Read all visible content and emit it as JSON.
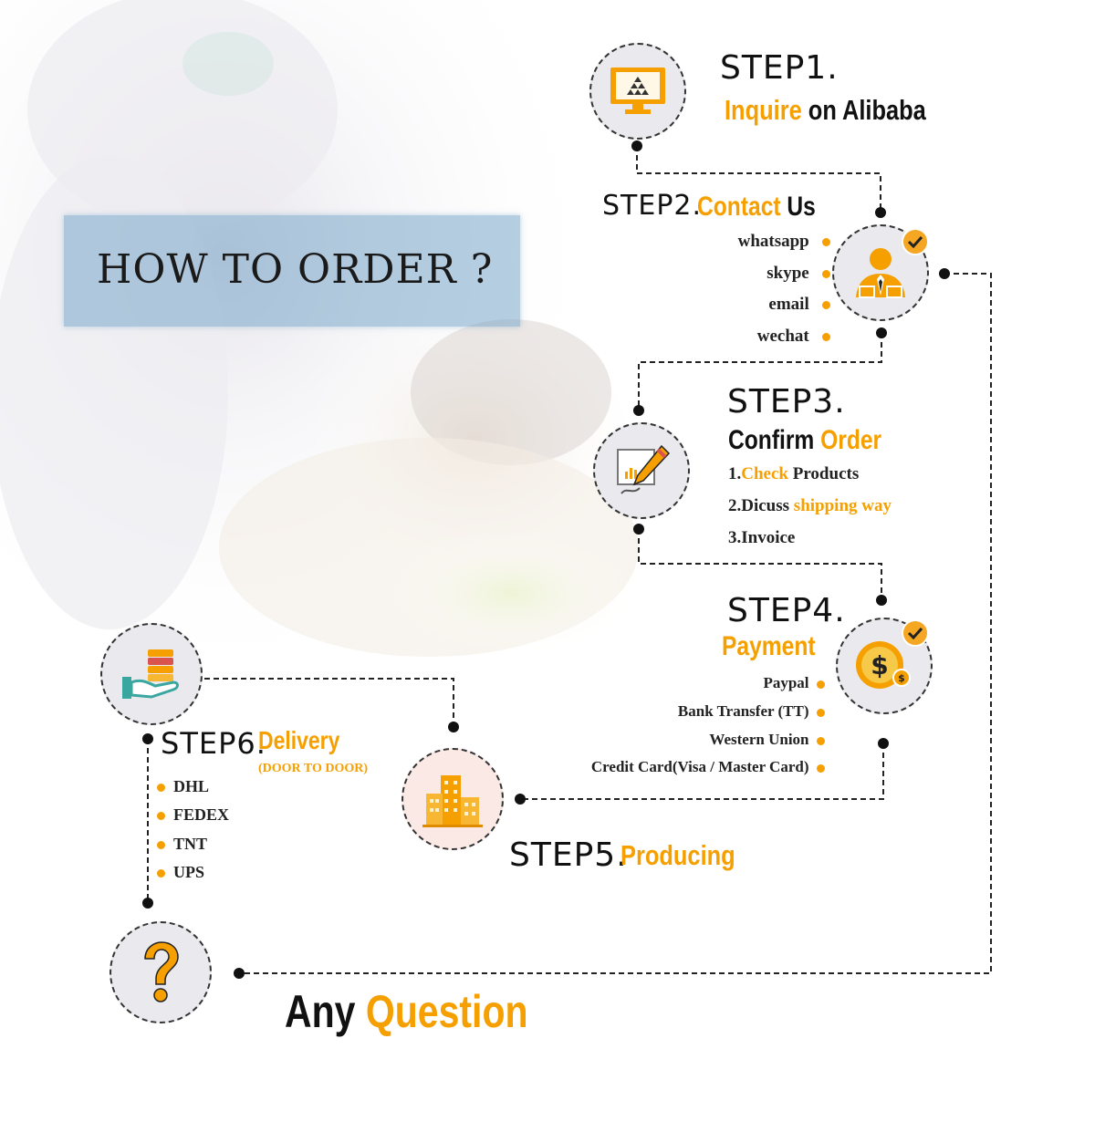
{
  "title": "HOW TO ORDER ?",
  "colors": {
    "accent": "#f5a000",
    "text": "#111111",
    "banner": "#78a5c8"
  },
  "step1": {
    "step": "STEP1.",
    "part1": "Inquire",
    "part2": " on Alibaba",
    "icon": "monitor-icon"
  },
  "step2": {
    "step": "STEP2.",
    "part1": "Contact",
    "part2": " Us",
    "icon": "customer-service-icon",
    "contacts": [
      "whatsapp",
      "skype",
      "email",
      "wechat"
    ]
  },
  "step3": {
    "step": "STEP3.",
    "part1": "Confirm",
    "part2": " Order",
    "icon": "edit-document-icon",
    "items": [
      {
        "a": "1.",
        "b": "Check",
        "c": " Products"
      },
      {
        "a": "2.Dicuss ",
        "b": "shipping way",
        "c": ""
      },
      {
        "a": "3.Invoice",
        "b": "",
        "c": ""
      }
    ]
  },
  "step4": {
    "step": "STEP4.",
    "label": "Payment",
    "icon": "dollar-coin-icon",
    "methods": [
      "Paypal",
      "Bank Transfer (TT)",
      "Western Union",
      "Credit Card(Visa / Master Card)"
    ]
  },
  "step5": {
    "step": "STEP5.",
    "label": "Producing",
    "icon": "factory-building-icon"
  },
  "step6": {
    "step": "STEP6.",
    "label": "Delivery",
    "sub": "(DOOR TO DOOR)",
    "icon": "hand-parcel-icon",
    "carriers": [
      "DHL",
      "FEDEX",
      "TNT",
      "UPS"
    ]
  },
  "question": {
    "part1": "Any",
    "part2": " Question",
    "icon": "question-mark-icon"
  }
}
